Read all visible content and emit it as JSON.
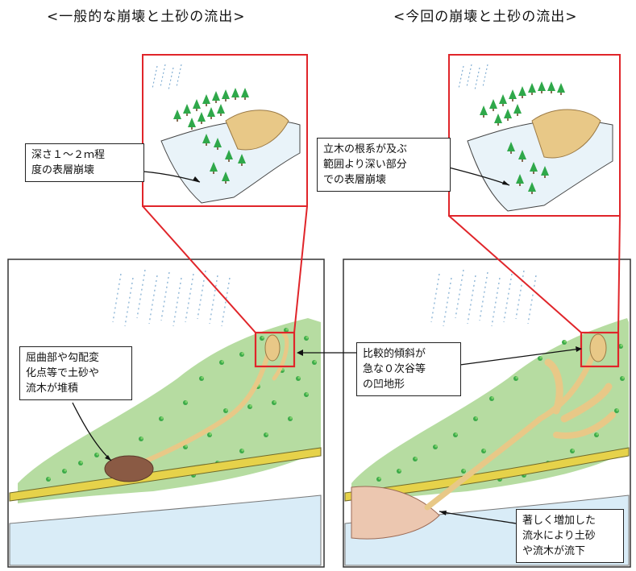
{
  "titles": {
    "left": "<一般的な崩壊と土砂の流出>",
    "right": "<今回の崩壊と土砂の流出>"
  },
  "callouts": {
    "depth": "深さ１～２ｍ程\n度の表層崩壊",
    "root": "立木の根系が及ぶ\n範囲より深い部分\nでの表層崩壊",
    "bend": "屈曲部や勾配変\n化点等で土砂や\n流木が堆積",
    "hollow": "比較的傾斜が\n急な０次谷等\nの凹地形",
    "flow": "著しく増加した\n流水により土砂\nや流木が流下"
  },
  "colors": {
    "highlight": "#e0252a",
    "forest": "#2fa84a",
    "forest_dark": "#1d7a33",
    "soil": "#e8c887",
    "debris": "#8a5a44",
    "water": "#d9ecf7",
    "road": "#e6d24a"
  }
}
